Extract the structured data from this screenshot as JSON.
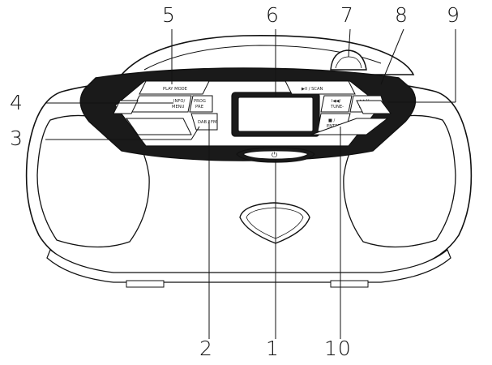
{
  "callouts": {
    "c1": "1",
    "c2": "2",
    "c3": "3",
    "c4": "4",
    "c5": "5",
    "c6": "6",
    "c7": "7",
    "c8": "8",
    "c9": "9",
    "c10": "10"
  },
  "buttons": {
    "play_mode": "PLAY MODE",
    "info_1": "INFO/",
    "info_2": "MENU",
    "prog_1": "PROG",
    "prog_2": "PRE",
    "dab_fm": "DAB / FM",
    "play_scan": "▶II / SCAN",
    "prev_1": "I◀◀/",
    "prev_2": "TUNE-",
    "next_1": "▶▶I/",
    "next_2": "TUNE+",
    "stop_1": "■ /",
    "stop_2": "ENTER",
    "power": "⏻"
  },
  "icons": {
    "power": "power-icon",
    "eject": "cd-lid-handle"
  }
}
